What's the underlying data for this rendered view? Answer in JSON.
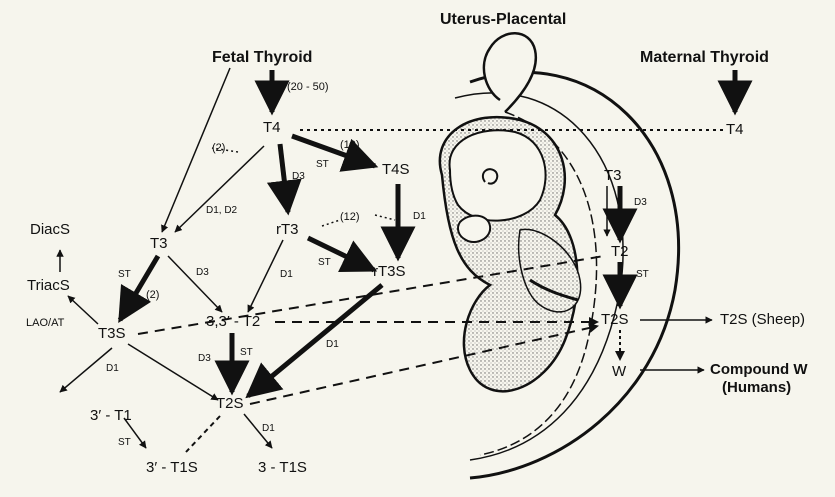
{
  "headers": {
    "uterus_placental": "Uterus-Placental",
    "fetal_thyroid": "Fetal Thyroid",
    "maternal_thyroid": "Maternal Thyroid"
  },
  "nodes": {
    "t4": "T4",
    "t4_maternal": "T4",
    "t4s": "T4S",
    "t3": "T3",
    "rt3": "rT3",
    "rt3s": "rT3S",
    "t2_33": "3,3′ - T2",
    "t3s": "T3S",
    "t2s": "T2S",
    "t1_3": "3′ - T1",
    "t1s_3prime": "3′ - T1S",
    "t1s_3": "3 - T1S",
    "diacs": "DiacS",
    "triacs": "TriacS",
    "lao_at": "LAO/AT",
    "t3_maternal": "T3",
    "t2_maternal": "T2",
    "t2s_placental": "T2S",
    "w": "W",
    "t2s_sheep": "T2S (Sheep)",
    "compound_w": "Compound W",
    "humans": "(Humans)"
  },
  "edge_labels": {
    "rate_20_50": "(20 - 50)",
    "rate_10": "(10)",
    "rate_2_top": "(2)",
    "rate_12": "(12)",
    "rate_2_st": "(2)",
    "st_t4s": "ST",
    "st_rt3s": "ST",
    "st_t3s": "ST",
    "st_t2s": "ST",
    "st_t1s": "ST",
    "st_maternal": "ST",
    "d3_rt3": "D3",
    "d3_t2": "D3",
    "d3_t3s_t2s": "D3",
    "d3_maternal": "D3",
    "d1_d2": "D1, D2",
    "d1_t4s": "D1",
    "d1_rt3_t2": "D1",
    "d1_rt3s_t2s": "D1",
    "d1_t3s_t1": "D1",
    "d1_t2s_t1s": "D1"
  }
}
